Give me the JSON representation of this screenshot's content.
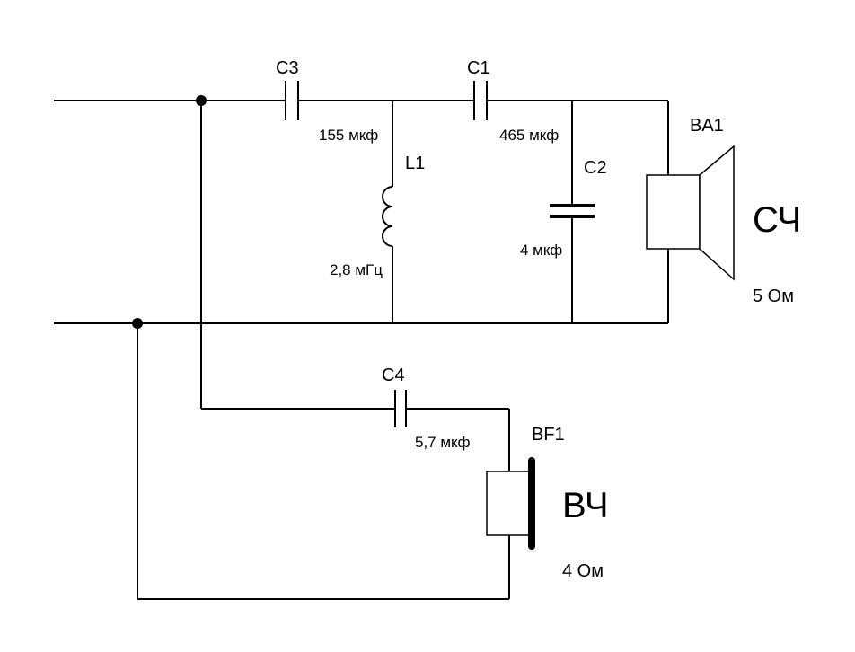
{
  "components": {
    "c3": {
      "ref": "C3",
      "value": "155 мкф"
    },
    "c1": {
      "ref": "C1",
      "value": "465 мкф"
    },
    "l1": {
      "ref": "L1",
      "value": "2,8 мГц"
    },
    "c2": {
      "ref": "C2",
      "value": "4 мкф"
    },
    "c4": {
      "ref": "C4",
      "value": "5,7 мкф"
    },
    "ba1": {
      "ref": "BA1",
      "band": "СЧ",
      "impedance": "5 Ом"
    },
    "bf1": {
      "ref": "BF1",
      "band": "ВЧ",
      "impedance": "4 Ом"
    }
  }
}
